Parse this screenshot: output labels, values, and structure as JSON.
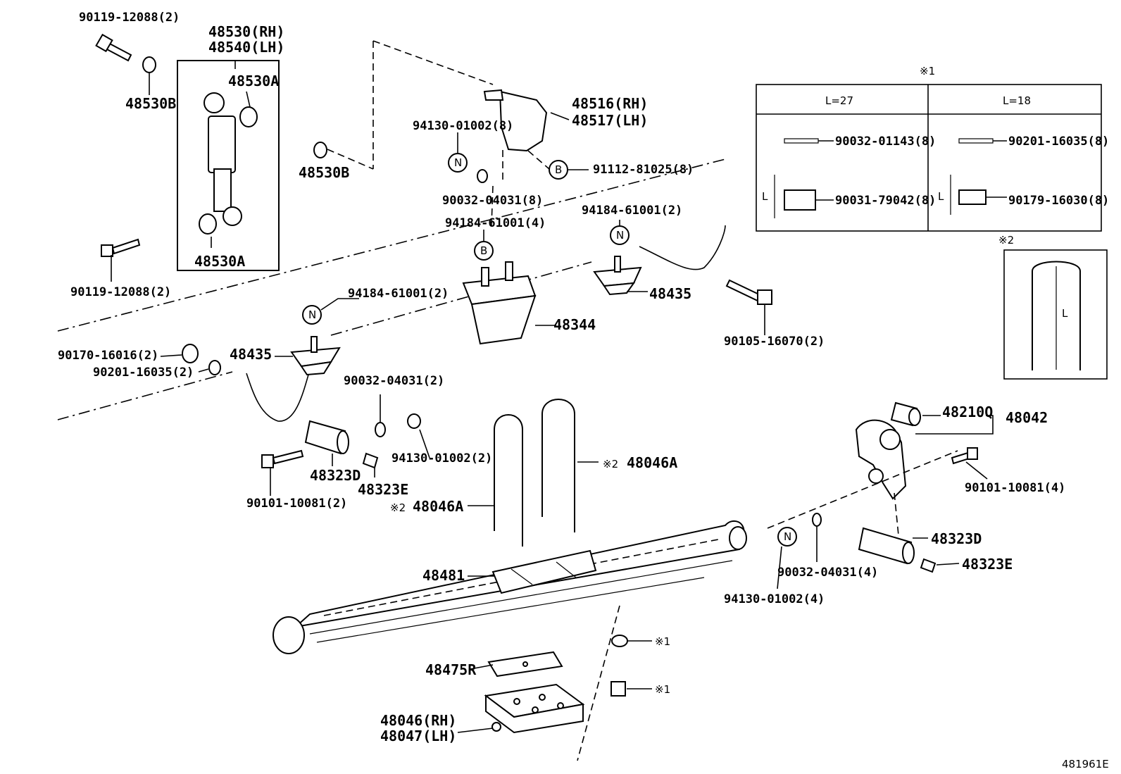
{
  "diagram_id": "481961E",
  "labels": {
    "bolt_top": "90119-12088(2)",
    "shock_rh": "48530(RH)",
    "shock_lh": "48540(LH)",
    "bush_a_top": "48530A",
    "bush_b_top": "48530B",
    "bush_b_mid": "48530B",
    "bush_a_bot": "48530A",
    "bolt_bottom": "90119-12088(2)",
    "nut_94130_top": "94130-01002(8)",
    "washer_90032_top": "90032-04031(8)",
    "bracket_rh": "48516(RH)",
    "bracket_lh": "48517(LH)",
    "bolt_91112": "91112-81025(8)",
    "nut_94184_4": "94184-61001(4)",
    "nut_94184_2_right": "94184-61001(2)",
    "nut_94184_2_left": "94184-61001(2)",
    "bumper_48344": "48344",
    "bumper_48435_right": "48435",
    "bumper_48435_left": "48435",
    "bolt_90105": "90105-16070(2)",
    "nut_90170": "90170-16016(2)",
    "washer_90201": "90201-16035(2)",
    "washer_90032_mid": "90032-04031(2)",
    "nut_94130_mid": "94130-01002(2)",
    "bolt_90101_left": "90101-10081(2)",
    "pin_48323d_left": "48323D",
    "fitting_48323e_left": "48323E",
    "ubolt_right": "48046A",
    "ubolt_left": "48046A",
    "ubolt_mark": "※2",
    "bush_48210q": "48210Q",
    "shackle_48042": "48042",
    "bolt_90101_right": "90101-10081(4)",
    "pin_48323d_right": "48323D",
    "fitting_48323e_right": "48323E",
    "washer_90032_right": "90032-04031(4)",
    "nut_94130_right": "94130-01002(4)",
    "spacer_48481": "48481",
    "pad_48475r": "48475R",
    "seat_rh": "48046(RH)",
    "seat_lh": "48047(LH)",
    "ref1_a": "※1",
    "ref1_b": "※1",
    "symbol_n": "N",
    "symbol_b": "B"
  },
  "table1": {
    "mark": "※1",
    "col1_header": "L=27",
    "col2_header": "L=18",
    "col1_row1": "90032-01143(8)",
    "col1_row2": "90031-79042(8)",
    "col2_row1": "90201-16035(8)",
    "col2_row2": "90179-16030(8)",
    "dim_label": "L"
  },
  "table2": {
    "mark": "※2",
    "dim_label": "L"
  }
}
